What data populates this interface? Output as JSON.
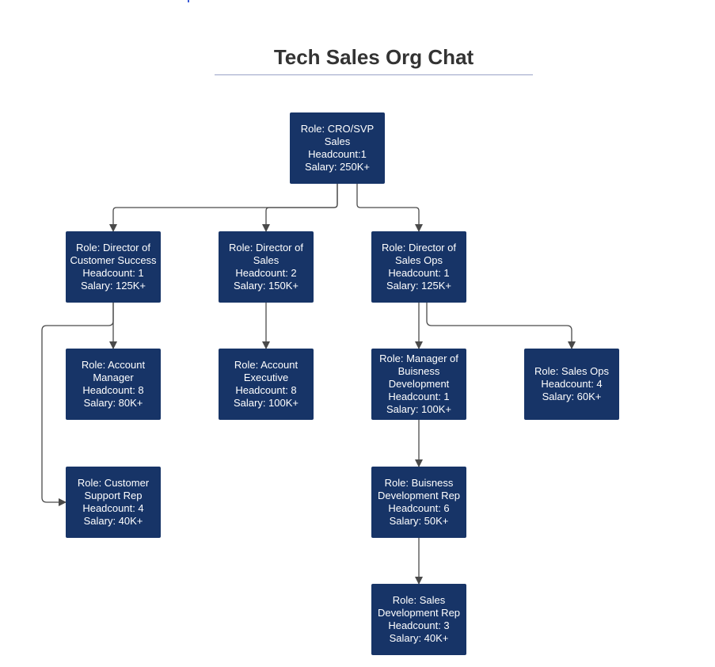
{
  "title": "Tech Sales Org Chat",
  "colors": {
    "node_fill": "#173467",
    "node_text": "#ffffff",
    "connector": "#4a4a4a",
    "title_text": "#333333",
    "title_rule": "#9aa3c7"
  },
  "nodes": {
    "cro": {
      "role": "Role: CRO/SVP Sales",
      "headcount": "Headcount:1",
      "salary": "Salary: 250K+"
    },
    "dir_cs": {
      "role": "Role: Director of Customer Success",
      "headcount": "Headcount: 1",
      "salary": "Salary: 125K+"
    },
    "dir_sales": {
      "role": "Role: Director of Sales",
      "headcount": "Headcount: 2",
      "salary": "Salary: 150K+"
    },
    "dir_ops": {
      "role": "Role: Director of Sales Ops",
      "headcount": "Headcount: 1",
      "salary": "Salary: 125K+"
    },
    "am": {
      "role": "Role: Account Manager",
      "headcount": "Headcount: 8",
      "salary": "Salary: 80K+"
    },
    "ae": {
      "role": "Role: Account Executive",
      "headcount": "Headcount: 8",
      "salary": "Salary: 100K+"
    },
    "mgr_bd": {
      "role": "Role: Manager of Buisness Development",
      "headcount": "Headcount: 1",
      "salary": "Salary: 100K+"
    },
    "sales_ops": {
      "role": "Role: Sales Ops",
      "headcount": "Headcount: 4",
      "salary": "Salary: 60K+"
    },
    "csr": {
      "role": "Role: Customer Support Rep",
      "headcount": "Headcount: 4",
      "salary": "Salary: 40K+"
    },
    "bdr": {
      "role": "Role: Buisness Development Rep",
      "headcount": "Headcount: 6",
      "salary": "Salary: 50K+"
    },
    "sdr": {
      "role": "Role: Sales Development Rep",
      "headcount": "Headcount: 3",
      "salary": "Salary: 40K+"
    }
  },
  "edges": [
    {
      "from": "cro",
      "to": "dir_cs"
    },
    {
      "from": "cro",
      "to": "dir_sales"
    },
    {
      "from": "cro",
      "to": "dir_ops"
    },
    {
      "from": "dir_cs",
      "to": "am"
    },
    {
      "from": "dir_cs",
      "to": "csr"
    },
    {
      "from": "dir_sales",
      "to": "ae"
    },
    {
      "from": "dir_ops",
      "to": "mgr_bd"
    },
    {
      "from": "dir_ops",
      "to": "sales_ops"
    },
    {
      "from": "mgr_bd",
      "to": "bdr"
    },
    {
      "from": "bdr",
      "to": "sdr"
    }
  ]
}
